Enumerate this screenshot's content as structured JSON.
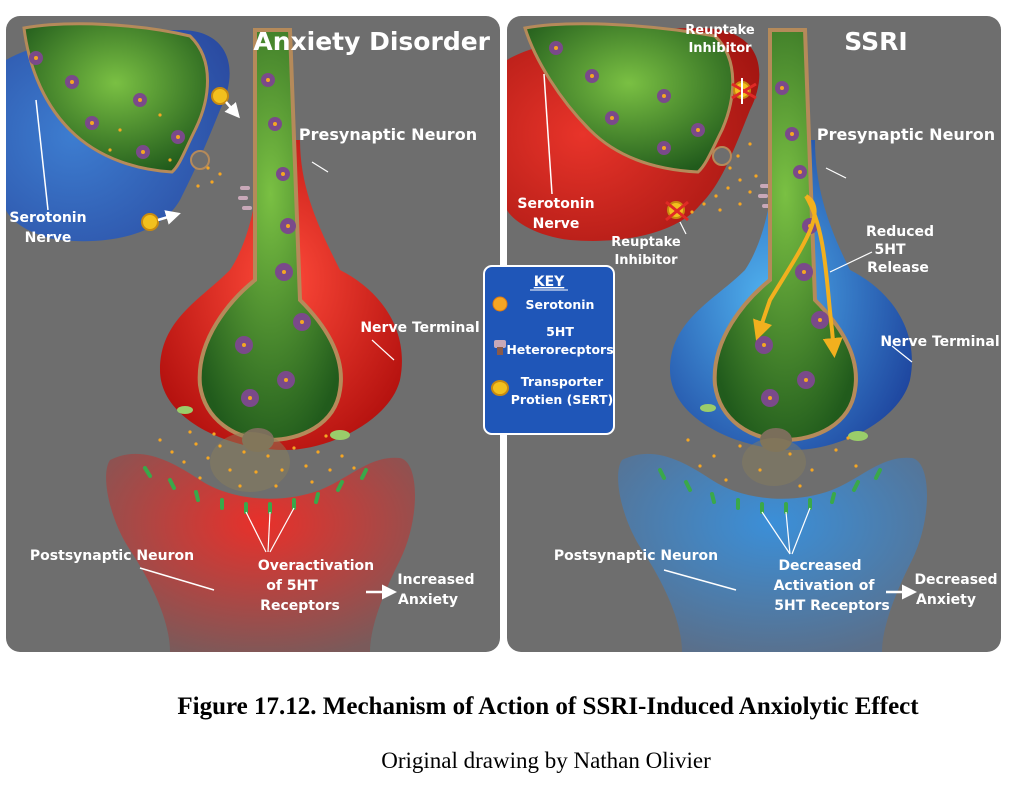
{
  "panels": {
    "left": {
      "title": "Anxiety Disorder",
      "labels": {
        "serotonin_nerve_1": "Serotonin",
        "serotonin_nerve_2": "Nerve",
        "presynaptic": "Presynaptic Neuron",
        "nerve_terminal": "Nerve Terminal",
        "postsynaptic": "Postsynaptic Neuron",
        "effect_1": "Overactivation",
        "effect_2": "of 5HT",
        "effect_3": "Receptors",
        "result_1": "Increased",
        "result_2": "Anxiety"
      }
    },
    "right": {
      "title": "SSRI",
      "labels": {
        "reuptake_top_1": "Reuptake",
        "reuptake_top_2": "Inhibitor",
        "serotonin_nerve_1": "Serotonin",
        "serotonin_nerve_2": "Nerve",
        "reuptake_bottom_1": "Reuptake",
        "reuptake_bottom_2": "Inhibitor",
        "presynaptic": "Presynaptic Neuron",
        "reduced_1": "Reduced",
        "reduced_2": "5HT",
        "reduced_3": "Release",
        "nerve_terminal": "Nerve Terminal",
        "postsynaptic": "Postsynaptic Neuron",
        "effect_1": "Decreased",
        "effect_2": "Activation of",
        "effect_3": "5HT Receptors",
        "result_1": "Decreased",
        "result_2": "Anxiety"
      }
    }
  },
  "key": {
    "title": "KEY",
    "items": [
      {
        "label_1": "Serotonin",
        "label_2": "",
        "icon": "serotonin-dot-icon"
      },
      {
        "label_1": "5HT",
        "label_2": "Heterorecptors",
        "icon": "heteroreceptor-icon"
      },
      {
        "label_1": "Transporter",
        "label_2": "Protien (SERT)",
        "icon": "transporter-icon"
      }
    ]
  },
  "caption": {
    "title": "Figure 17.12. Mechanism of Action of SSRI-Induced Anxiolytic Effect",
    "credit": "Original drawing by Nathan Olivier"
  },
  "colors": {
    "panel_bg": "#6e6e6e",
    "left_accent": "#e02a26",
    "right_accent": "#2f6fd3",
    "neuron_green": "#3a8a2a",
    "serotonin": "#f5a623",
    "vesicle": "#7a4a8a",
    "key_bg": "#1f56b8"
  }
}
